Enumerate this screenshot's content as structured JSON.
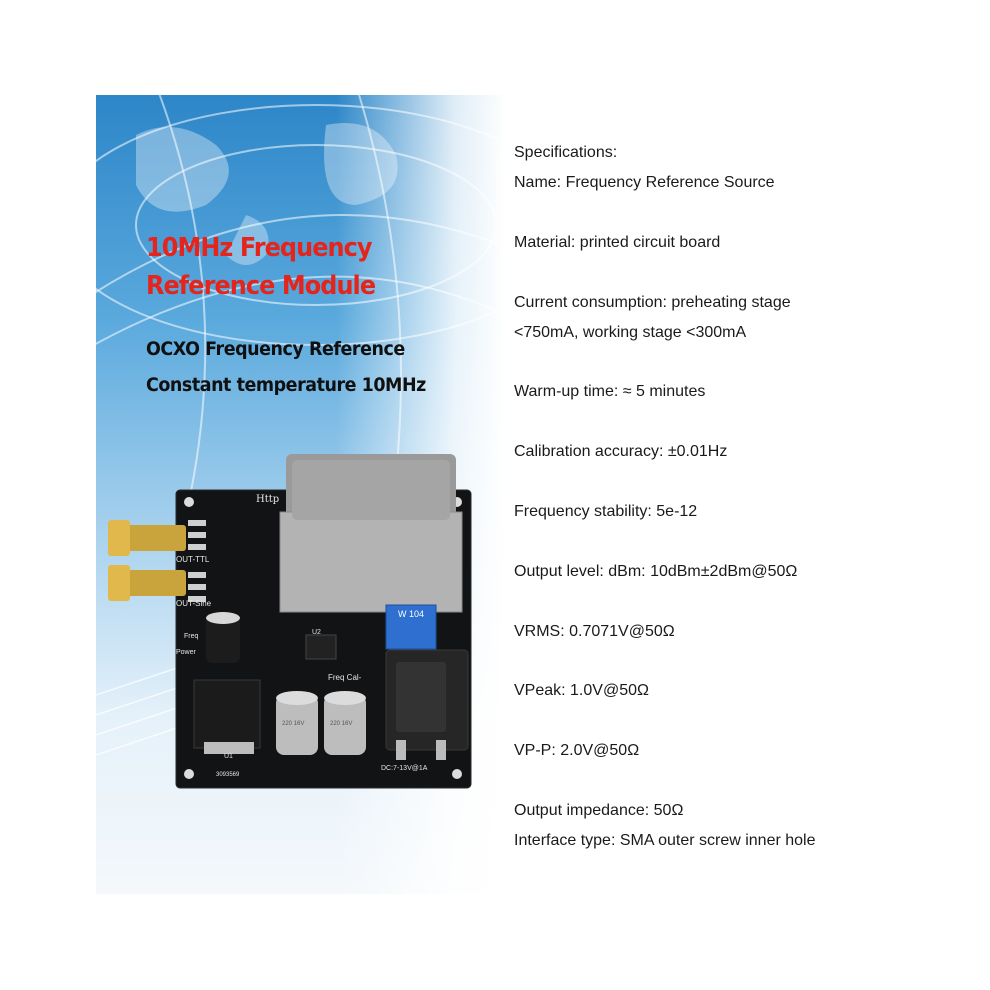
{
  "image": {
    "headline": [
      "10MHz Frequency",
      "Reference Module"
    ],
    "subheadline": [
      "OCXO Frequency Reference",
      "Constant temperature 10MHz"
    ],
    "board_labels": {
      "http": "Http",
      "out_ttl": "OUT-TTL",
      "out_sine": "OUT-Sine",
      "freq": "Freq",
      "power": "Power",
      "freq_cal": "Freq Cal-",
      "dc_input": "DC:7-13V@1A",
      "trimmer": "W 104",
      "u1": "U1",
      "u2": "U2",
      "chip": "3093569",
      "cap_big": "220 16V",
      "cap_small": "220 16V"
    },
    "colors": {
      "headline": "#e5241b",
      "subheadline": "#101010",
      "pcb": "#121314",
      "trimmer": "#2f6fd0"
    }
  },
  "specs": [
    "Specifications:",
    "Name: Frequency Reference Source",
    "Material: printed circuit board",
    "Current consumption: preheating stage",
    "<750mA, working stage <300mA",
    "Warm-up time: ≈ 5 minutes",
    "Calibration accuracy: ±0.01Hz",
    "Frequency stability: 5e-12",
    "Output level: dBm: 10dBm±2dBm@50Ω",
    "VRMS: 0.7071V@50Ω",
    "VPeak: 1.0V@50Ω",
    "VP-P: 2.0V@50Ω",
    "Output impedance: 50Ω",
    "Interface type: SMA outer screw inner hole"
  ]
}
